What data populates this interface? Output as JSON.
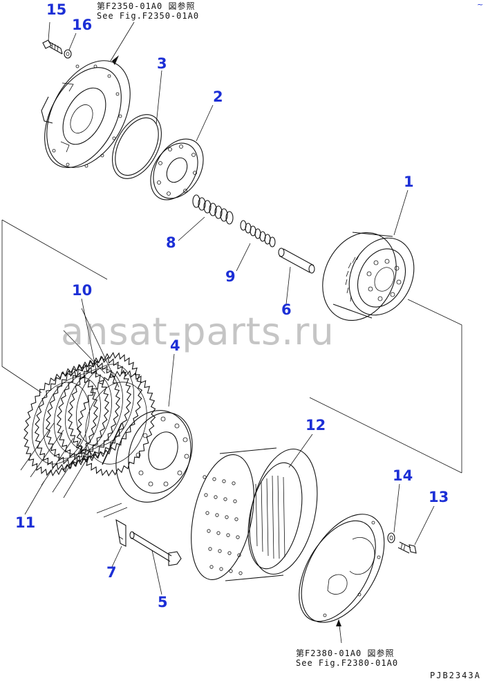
{
  "refs": {
    "top": {
      "jp": "第F2350-01A0 図参照",
      "en": "See Fig.F2350-01A0"
    },
    "bottom": {
      "jp": "第F2380-01A0 図参照",
      "en": "See Fig.F2380-01A0"
    }
  },
  "parts": [
    {
      "number": "1"
    },
    {
      "number": "2"
    },
    {
      "number": "3"
    },
    {
      "number": "4"
    },
    {
      "number": "5"
    },
    {
      "number": "6"
    },
    {
      "number": "7"
    },
    {
      "number": "8"
    },
    {
      "number": "9"
    },
    {
      "number": "10"
    },
    {
      "number": "11"
    },
    {
      "number": "12"
    },
    {
      "number": "13"
    },
    {
      "number": "14"
    },
    {
      "number": "15"
    },
    {
      "number": "16"
    }
  ],
  "drawing_code": "PJB2343A",
  "watermark": "ansat-parts.ru",
  "corner_mark": "~",
  "colors": {
    "callout": "#1c2fd6",
    "line": "#111111",
    "watermark": "#969696"
  }
}
